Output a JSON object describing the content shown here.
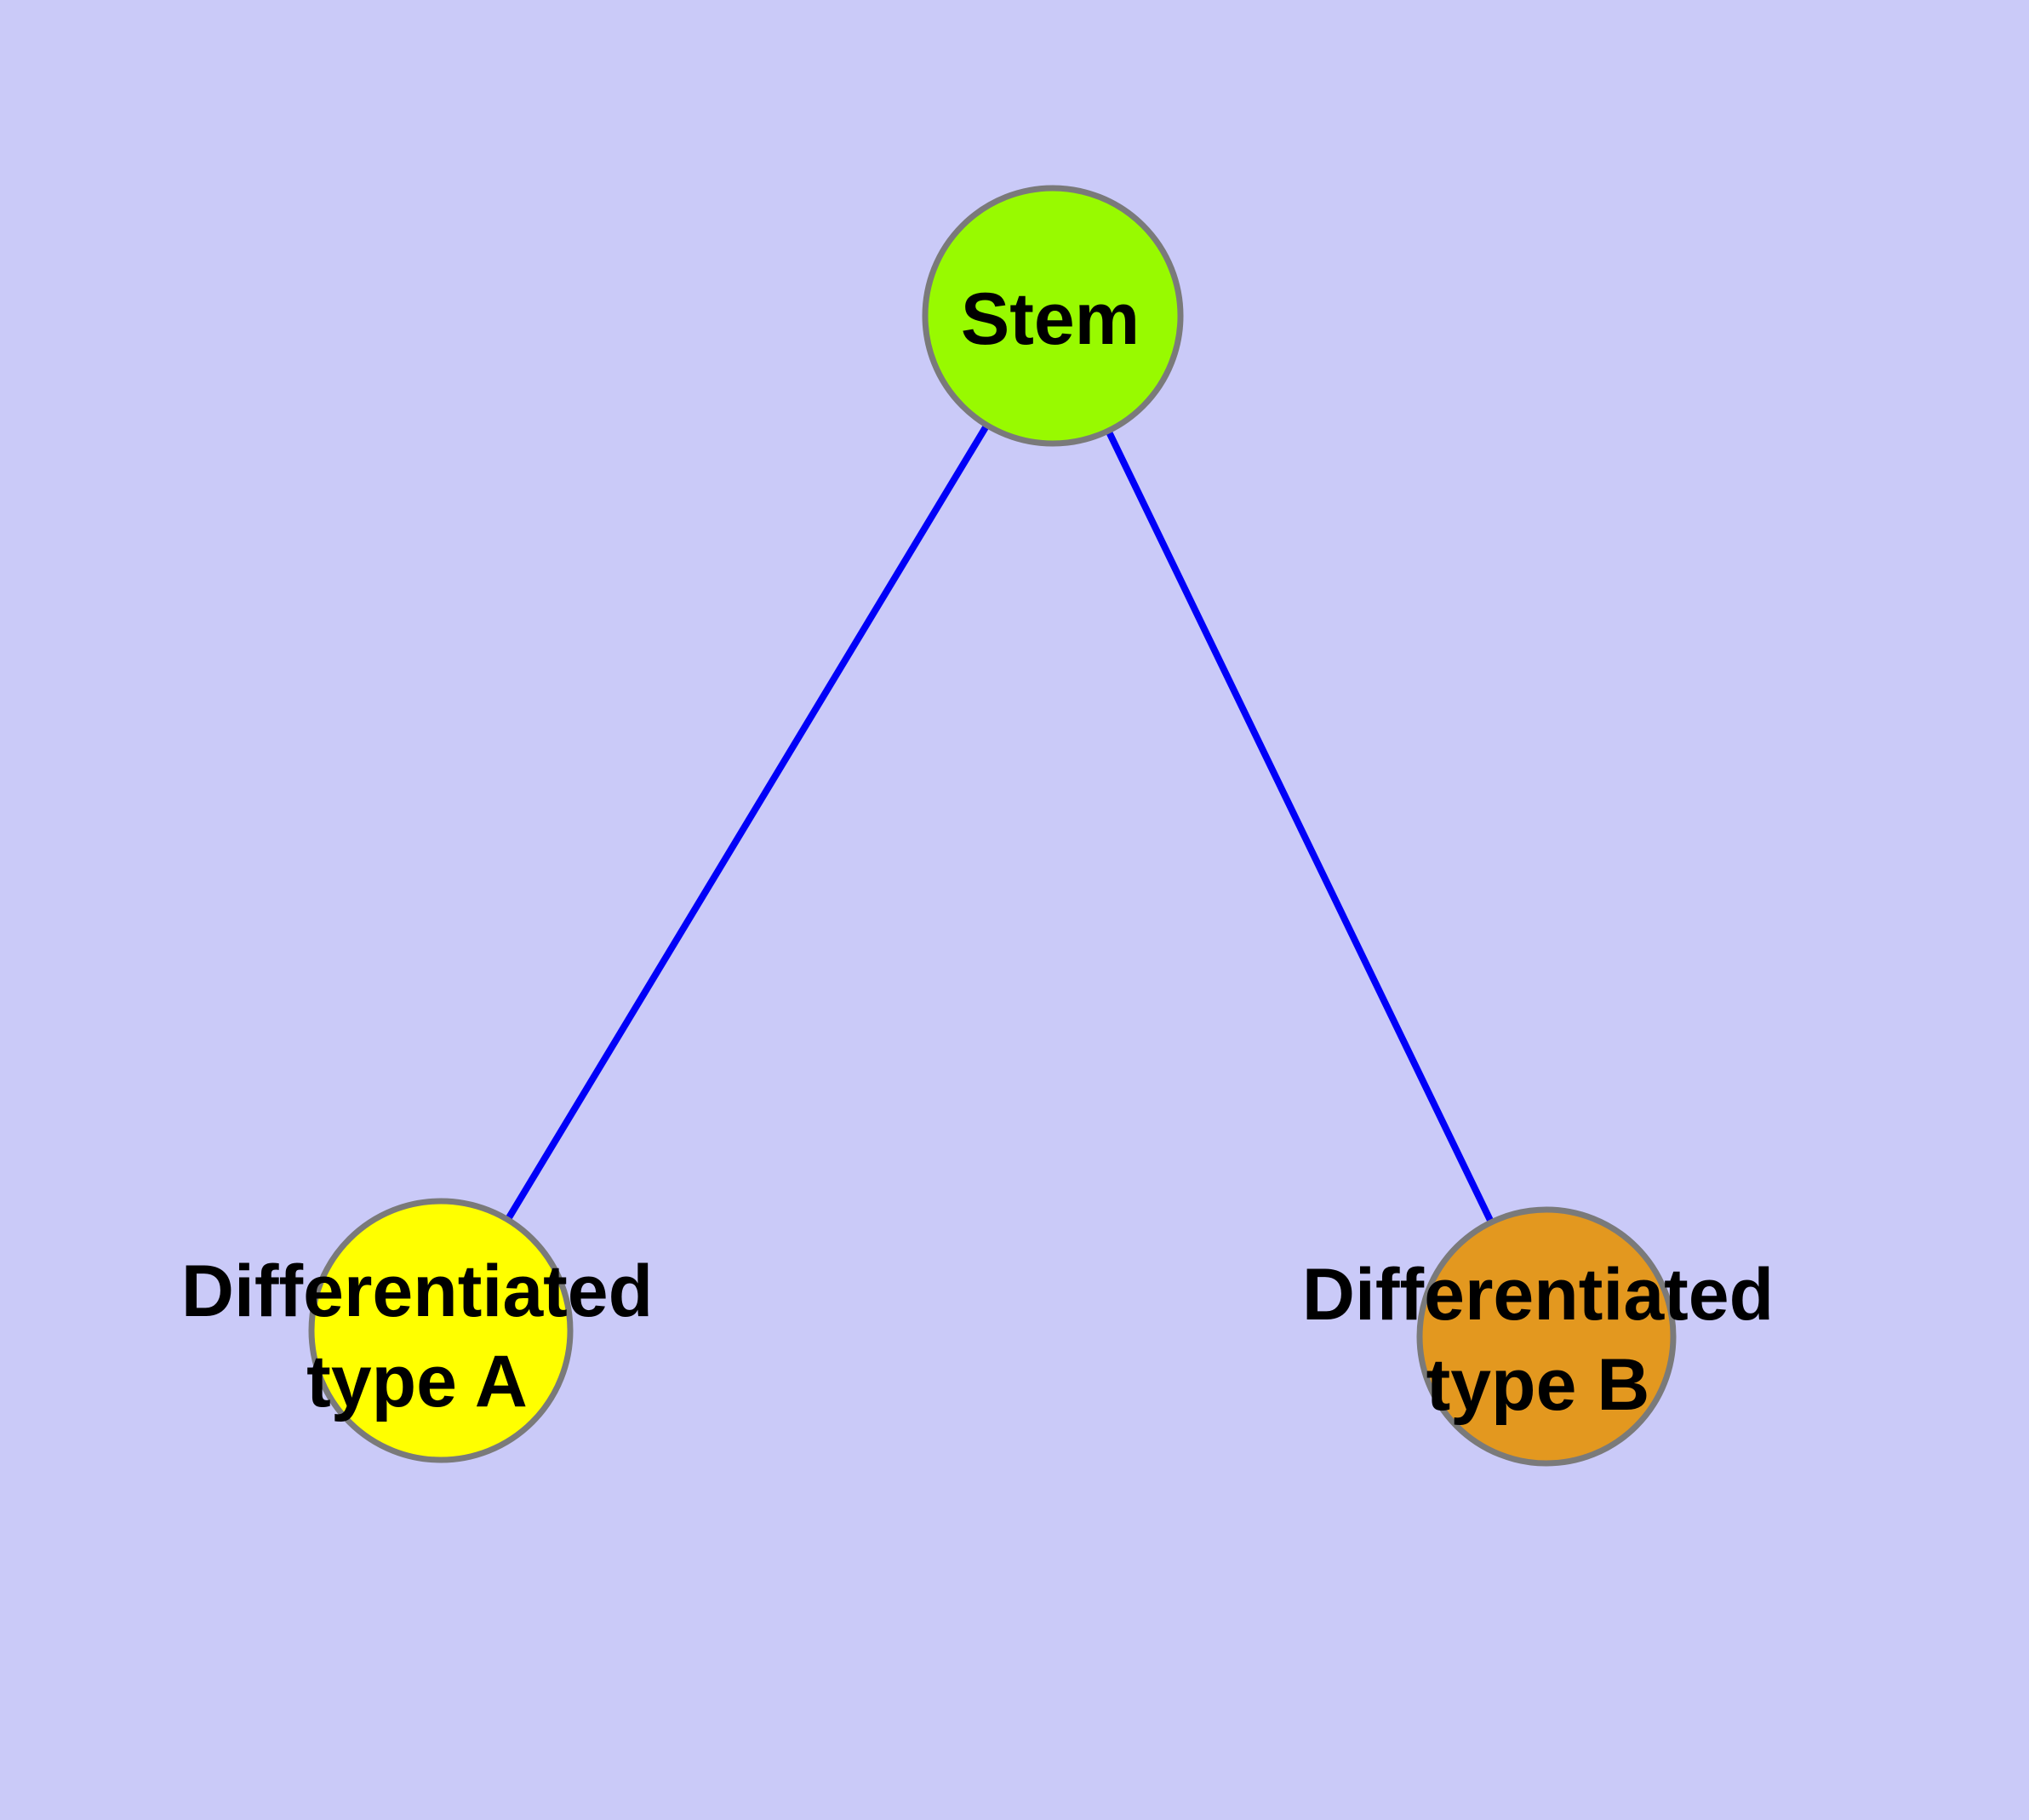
{
  "diagram": {
    "type": "graph",
    "description": "Stem cell differentiation graph with one root node and two differentiated child nodes",
    "colors": {
      "background": "#CACAF8",
      "edge": "#0000F8",
      "node_border": "#7A7A7A",
      "label_text": "#000000",
      "stem_fill": "#98FA00",
      "type_a_fill": "#FFFF00",
      "type_b_fill": "#E3981F"
    },
    "nodes": [
      {
        "id": "stem",
        "label": "Stem",
        "shape": "circle",
        "color": "#98FA00"
      },
      {
        "id": "differentiated-type-a",
        "label": "Differentiated type A",
        "label_line1": "Differentiated",
        "label_line2": "type A",
        "shape": "circle",
        "color": "#FFFF00"
      },
      {
        "id": "differentiated-type-b",
        "label": "Differentiated type B",
        "label_line1": "Differentiated",
        "label_line2": "type B",
        "shape": "circle",
        "color": "#E3981F"
      }
    ],
    "edges": [
      {
        "from": "Stem",
        "to": "Differentiated type A"
      },
      {
        "from": "Stem",
        "to": "Differentiated type B"
      }
    ]
  }
}
